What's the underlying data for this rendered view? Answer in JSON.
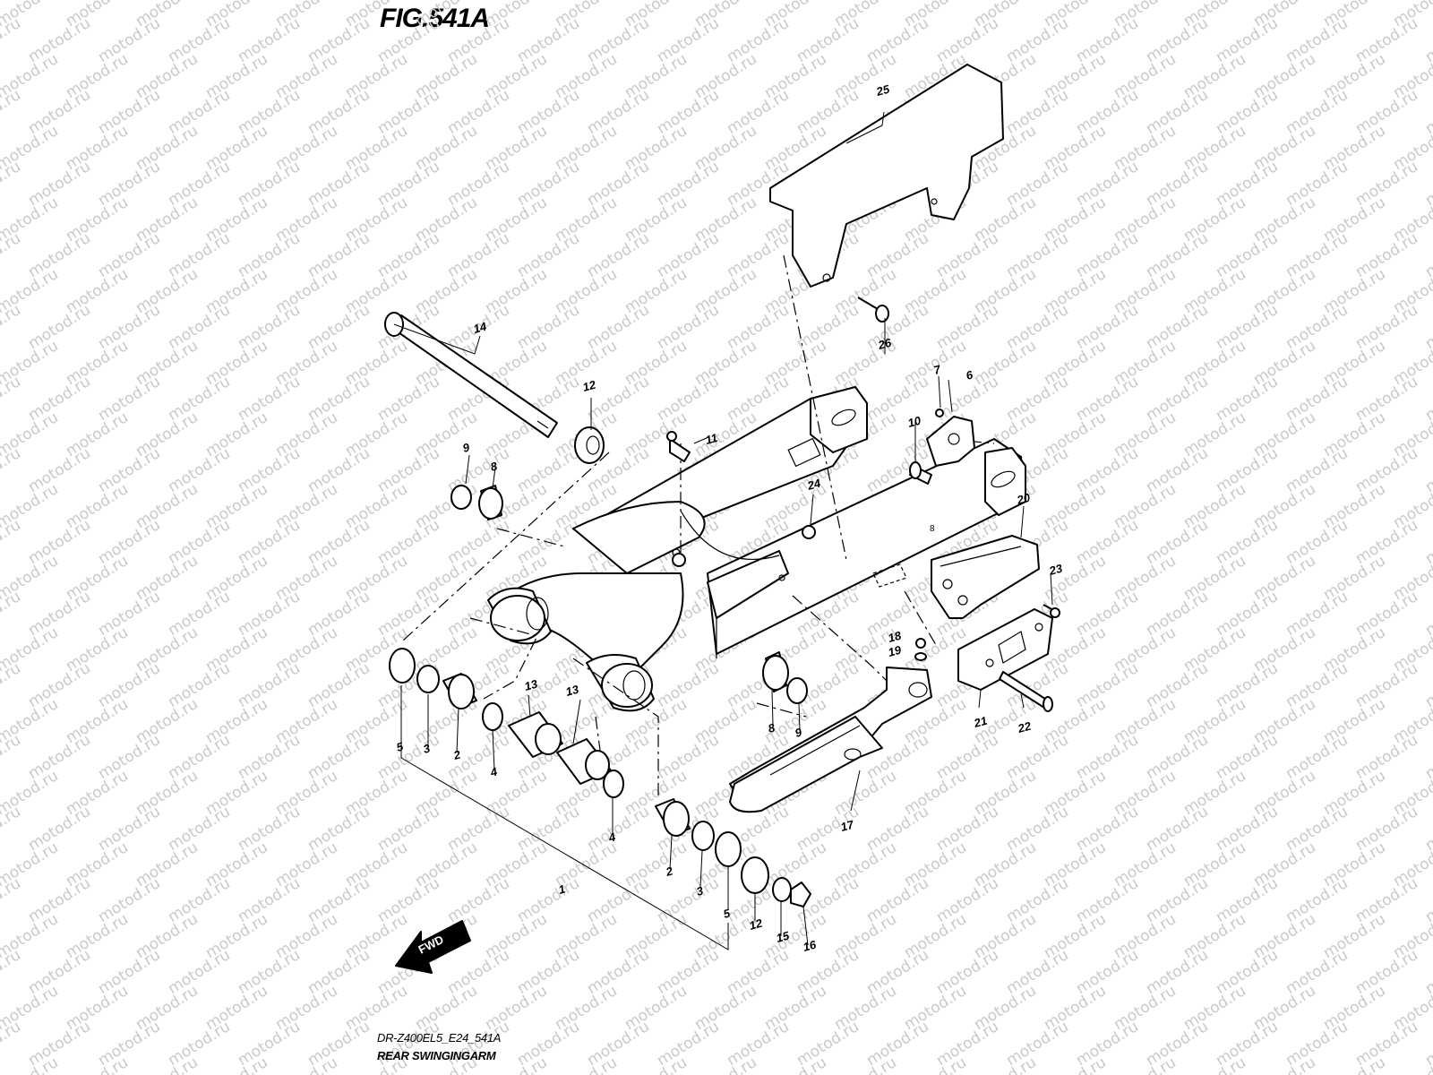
{
  "figure": {
    "title": "FIG.541A",
    "model_code": "DR-Z400EL5_E24_541A",
    "section_name": "REAR SWINGINGARM"
  },
  "watermark": {
    "text": "motod.ru",
    "color": "#c9c9c9"
  },
  "direction_arrow": {
    "label": "FWD"
  },
  "parts": [
    {
      "id": "p1",
      "label": "1"
    },
    {
      "id": "p2a",
      "label": "2"
    },
    {
      "id": "p2b",
      "label": "2"
    },
    {
      "id": "p3a",
      "label": "3"
    },
    {
      "id": "p3b",
      "label": "3"
    },
    {
      "id": "p4a",
      "label": "4"
    },
    {
      "id": "p4b",
      "label": "4"
    },
    {
      "id": "p5a",
      "label": "5"
    },
    {
      "id": "p5b",
      "label": "5"
    },
    {
      "id": "p6",
      "label": "6"
    },
    {
      "id": "p7",
      "label": "7"
    },
    {
      "id": "p8a",
      "label": "8"
    },
    {
      "id": "p8b",
      "label": "8"
    },
    {
      "id": "p9a",
      "label": "9"
    },
    {
      "id": "p9b",
      "label": "9"
    },
    {
      "id": "p10",
      "label": "10"
    },
    {
      "id": "p11",
      "label": "11"
    },
    {
      "id": "p12a",
      "label": "12"
    },
    {
      "id": "p12b",
      "label": "12"
    },
    {
      "id": "p13a",
      "label": "13"
    },
    {
      "id": "p13b",
      "label": "13"
    },
    {
      "id": "p14",
      "label": "14"
    },
    {
      "id": "p15",
      "label": "15"
    },
    {
      "id": "p16",
      "label": "16"
    },
    {
      "id": "p17",
      "label": "17"
    },
    {
      "id": "p18",
      "label": "18"
    },
    {
      "id": "p19",
      "label": "19"
    },
    {
      "id": "p20",
      "label": "20"
    },
    {
      "id": "p21",
      "label": "21"
    },
    {
      "id": "p22",
      "label": "22"
    },
    {
      "id": "p23",
      "label": "23"
    },
    {
      "id": "p24",
      "label": "24"
    },
    {
      "id": "p25",
      "label": "25"
    },
    {
      "id": "p26",
      "label": "26"
    }
  ]
}
